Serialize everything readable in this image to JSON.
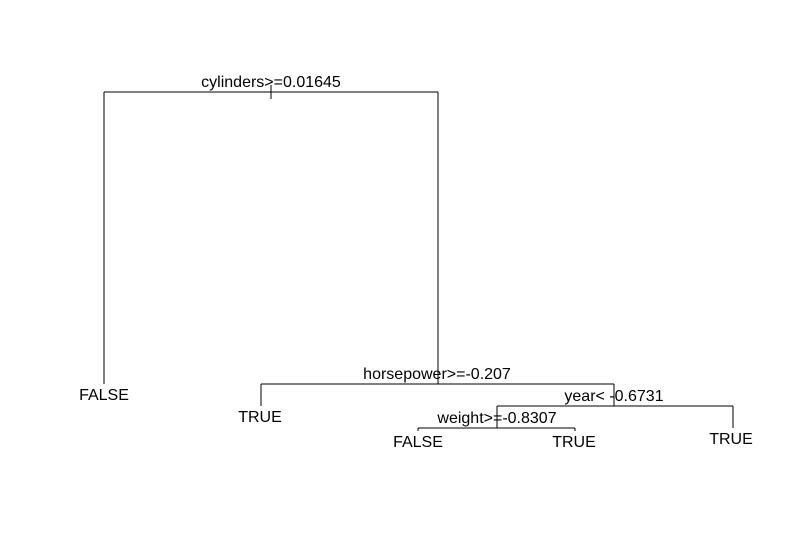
{
  "tree": {
    "splits": {
      "root": "cylinders>=0.01645",
      "horsepower": "horsepower>=-0.207",
      "year": "year< -0.6731",
      "weight": "weight>=-0.8307"
    },
    "leaves": {
      "root_left": "FALSE",
      "horsepower_left": "TRUE",
      "weight_left": "FALSE",
      "weight_right": "TRUE",
      "year_right": "TRUE"
    }
  }
}
